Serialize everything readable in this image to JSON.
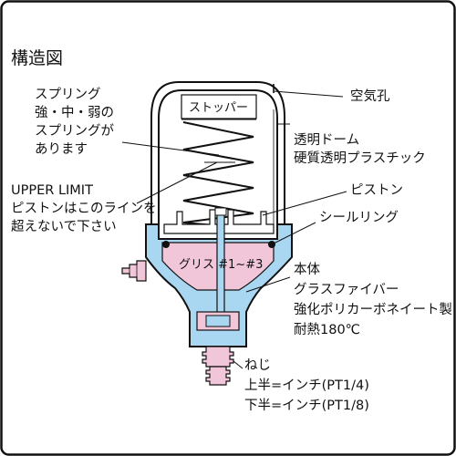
{
  "title": "構造図",
  "notes": {
    "spring": [
      "スプリング",
      "強・中・弱の",
      "スプリングが",
      "あります"
    ],
    "upper_limit": [
      "UPPER LIMIT",
      "ピストンはこのラインを",
      "超えないで下さい"
    ]
  },
  "labels": {
    "air_hole": "空気孔",
    "dome": [
      "透明ドーム",
      "硬質透明プラスチック"
    ],
    "piston": "ピストン",
    "seal_ring": "シールリング",
    "body": [
      "本体",
      "グラスファイバー",
      "強化ポリカーボネイート製",
      "耐熱180℃"
    ],
    "thread": [
      "ねじ",
      "上半=インチ(PT1/4)",
      "下半=インチ(PT1/8)"
    ]
  },
  "inside_tags": {
    "stopper": "ストッパー",
    "grease": "グリス  #1~#3"
  },
  "colors": {
    "blue": "#a9d7f1",
    "pink": "#f1c6d9",
    "line": "#111111"
  }
}
